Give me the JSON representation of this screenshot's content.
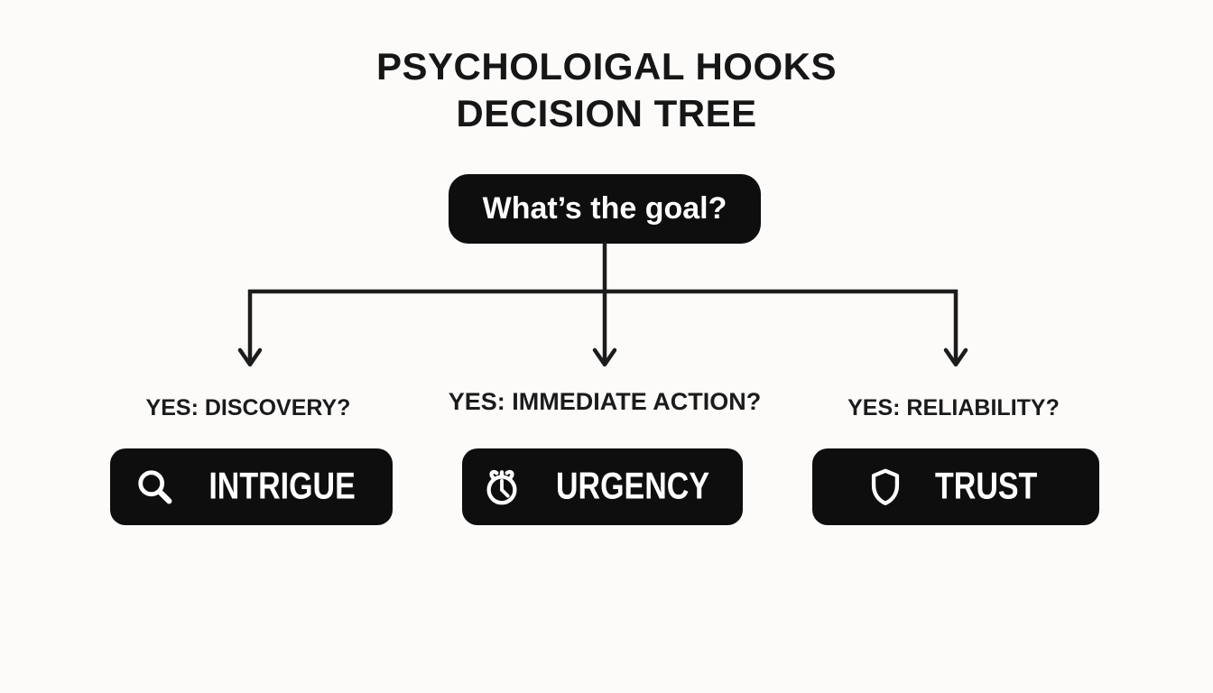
{
  "title": {
    "line1": "PSYCHOLOIGAL HOOKS",
    "line2": "DECISION TREE"
  },
  "root": {
    "label": "What’s the goal?"
  },
  "branches": [
    {
      "condition": "YES: DISCOVERY?",
      "node_label": "INTRIGUE",
      "icon": "search-icon"
    },
    {
      "condition": "YES: IMMEDIATE ACTION?",
      "node_label": "URGENCY",
      "icon": "alarm-clock-icon"
    },
    {
      "condition": "YES: RELIABILITY?",
      "node_label": "TRUST",
      "icon": "shield-icon"
    }
  ],
  "colors": {
    "background": "#fcfbfa",
    "node_background": "#0e0e0e",
    "node_text": "#ffffff",
    "line": "#1c1c1c",
    "title_text": "#161616"
  }
}
